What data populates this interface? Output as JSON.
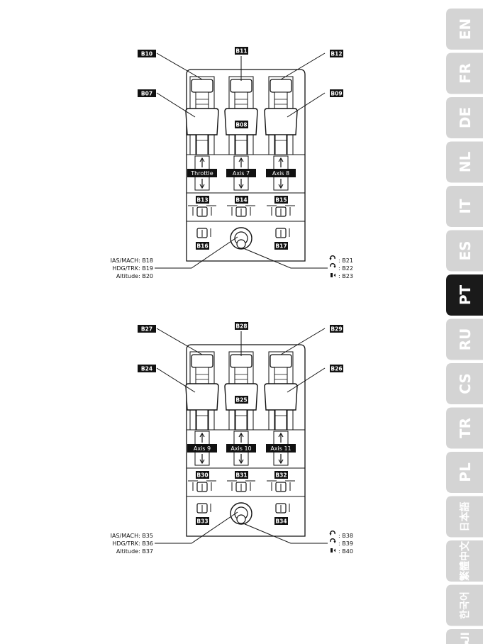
{
  "language_tabs": [
    {
      "code": "EN",
      "active": false
    },
    {
      "code": "FR",
      "active": false
    },
    {
      "code": "DE",
      "active": false
    },
    {
      "code": "NL",
      "active": false
    },
    {
      "code": "IT",
      "active": false
    },
    {
      "code": "ES",
      "active": false
    },
    {
      "code": "PT",
      "active": true
    },
    {
      "code": "RU",
      "active": false
    },
    {
      "code": "CS",
      "active": false
    },
    {
      "code": "TR",
      "active": false
    },
    {
      "code": "PL",
      "active": false
    },
    {
      "code": "日本語",
      "active": false
    },
    {
      "code": "繁體中文",
      "active": false
    },
    {
      "code": "한국어",
      "active": false
    },
    {
      "code": "العربية",
      "active": false
    }
  ],
  "colors": {
    "active_tab": "#1a1a1a",
    "inactive_tab": "#d4d4d4",
    "inactive_text": "#ffffff",
    "active_text": "#ffffff"
  },
  "diagrams": [
    {
      "top_buttons": [
        "B10",
        "B11",
        "B12"
      ],
      "mid_buttons": [
        "B07",
        "B08",
        "B09"
      ],
      "axes": [
        "Throttle",
        "Axis 7",
        "Axis 8"
      ],
      "row_buttons": [
        "B13",
        "B14",
        "B15"
      ],
      "bottom_buttons": [
        "B16",
        "B17"
      ],
      "left_callout": [
        "IAS/MACH: B18",
        "HDG/TRK: B19",
        "Altitude: B20"
      ],
      "right_callout": [
        ": B21",
        ": B22",
        ": B23"
      ]
    },
    {
      "top_buttons": [
        "B27",
        "B28",
        "B29"
      ],
      "mid_buttons": [
        "B24",
        "B25",
        "B26"
      ],
      "axes": [
        "Axis 9",
        "Axis 10",
        "Axis 11"
      ],
      "row_buttons": [
        "B30",
        "B31",
        "B32"
      ],
      "bottom_buttons": [
        "B33",
        "B34"
      ],
      "left_callout": [
        "IAS/MACH: B35",
        "HDG/TRK: B36",
        "Altitude: B37"
      ],
      "right_callout": [
        ": B38",
        ": B39",
        ": B40"
      ]
    }
  ],
  "icons": [
    "rotate-ccw-icon",
    "rotate-cw-icon",
    "push-button-icon"
  ]
}
